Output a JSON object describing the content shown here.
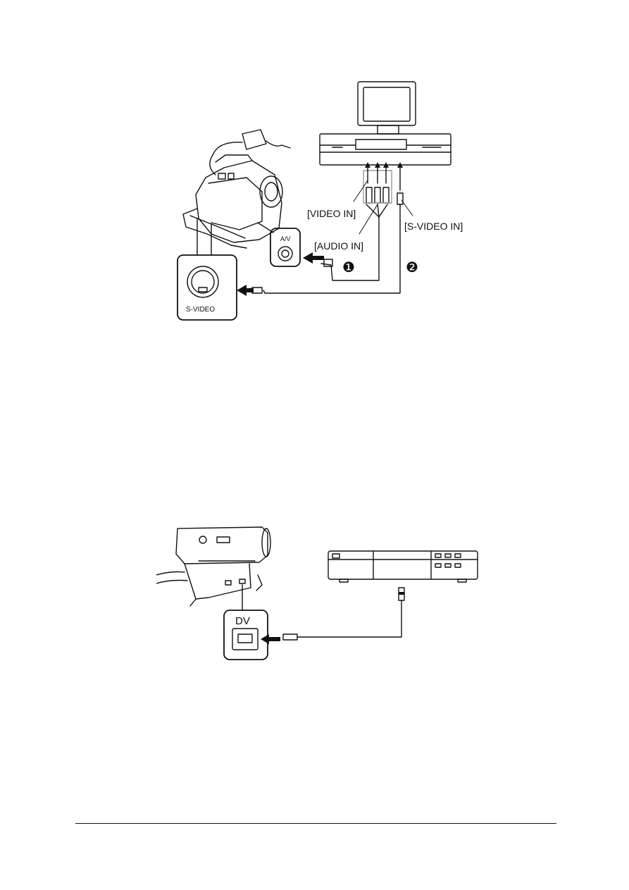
{
  "figure_1": {
    "labels": {
      "video_in": "[VIDEO IN]",
      "audio_in": "[AUDIO IN]",
      "s_video_in": "[S-VIDEO IN]",
      "av_jack": "A/V",
      "s_video_jack": "S-VIDEO"
    },
    "callouts": [
      "❶",
      "❷"
    ]
  },
  "figure_2": {
    "labels": {
      "dv_jack": "DV"
    }
  }
}
